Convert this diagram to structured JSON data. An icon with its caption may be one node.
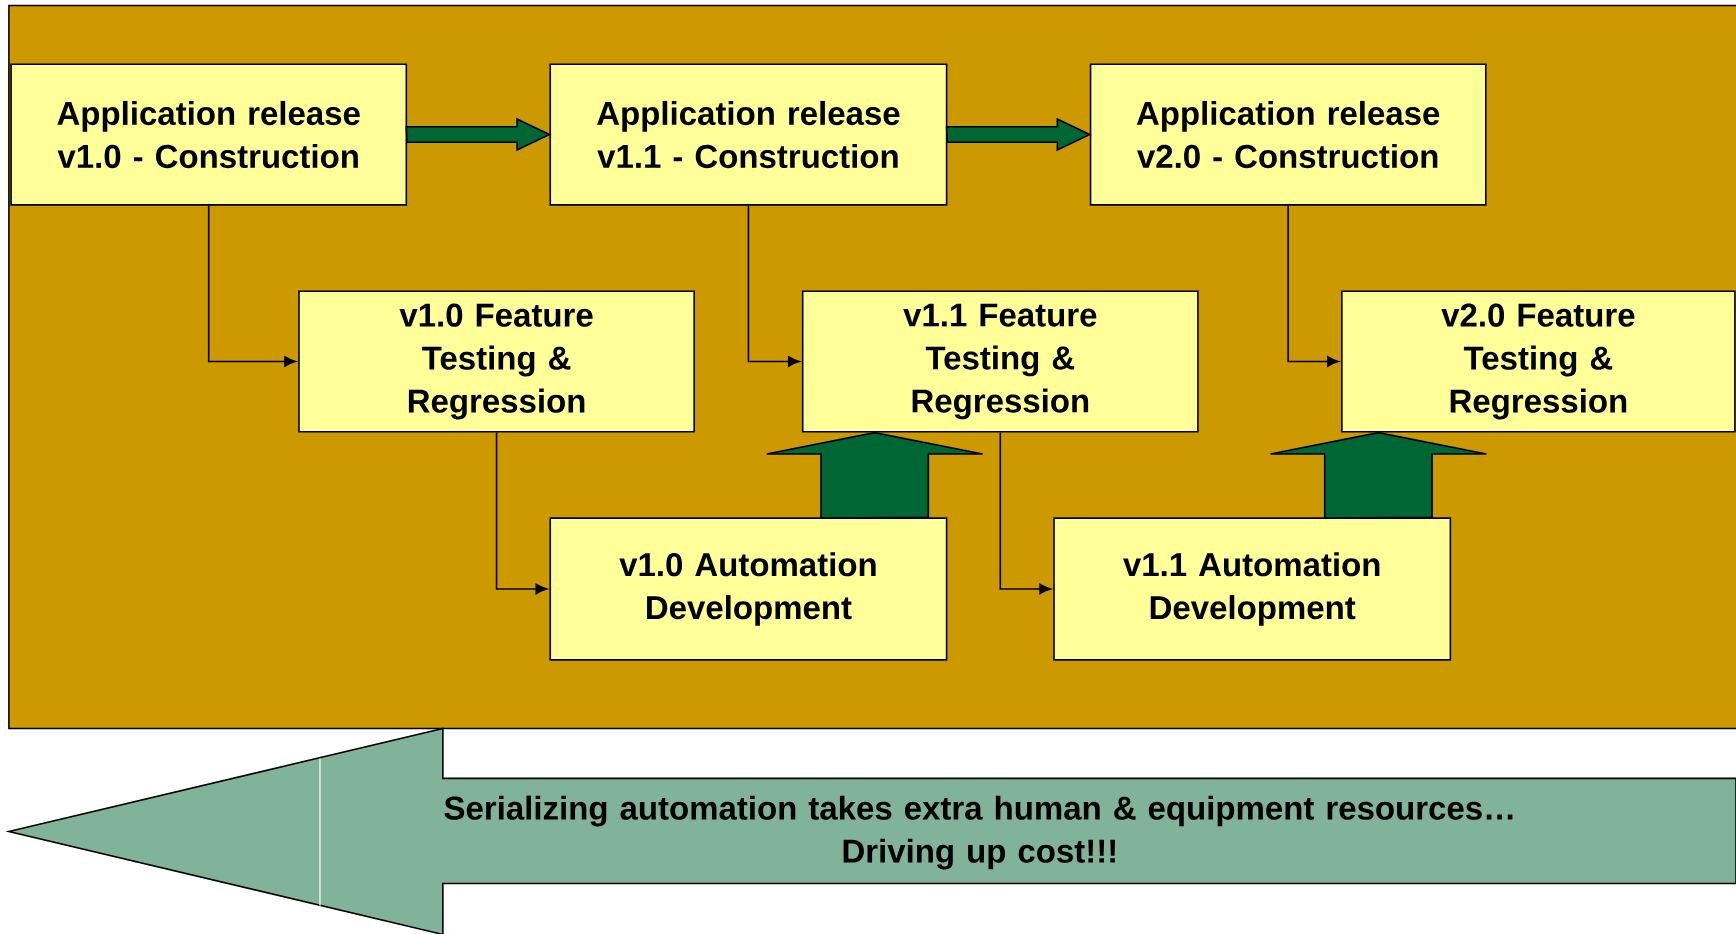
{
  "diagram": {
    "nodes": [
      {
        "text": [
          "Application release v1.0 - Construction"
        ]
      },
      {
        "text": [
          "Application release v1.1 - Construction"
        ]
      },
      {
        "text": [
          "Application release v2.0 - Construction"
        ]
      },
      {
        "text": [
          "v1.0 Feature Testing & Regression"
        ]
      },
      {
        "text": [
          "v1.1 Feature Testing & Regression"
        ]
      },
      {
        "text": [
          "v2.0 Feature Testing & Regression"
        ]
      },
      {
        "text": [
          "v1.0 Automation Development"
        ]
      },
      {
        "text": [
          "v1.1 Automation Development"
        ]
      },
      {
        "text": [
          "Serializing automation takes extra human & equipment resources…",
          "Driving up cost!!!"
        ]
      }
    ],
    "edges": [
      {
        "from": 0,
        "to": 1,
        "arrow": "to",
        "style": "thick",
        "color": "#006633"
      },
      {
        "from": 1,
        "to": 2,
        "arrow": "to",
        "style": "thick",
        "color": "#006633"
      },
      {
        "from": 0,
        "to": 3,
        "arrow": "to"
      },
      {
        "from": 1,
        "to": 4,
        "arrow": "to"
      },
      {
        "from": 2,
        "to": 5,
        "arrow": "to"
      },
      {
        "from": 3,
        "to": 6,
        "arrow": "to"
      },
      {
        "from": 4,
        "to": 7,
        "arrow": "to"
      },
      {
        "from": 6,
        "to": 4,
        "arrow": "to",
        "style": "thick",
        "color": "#006633"
      },
      {
        "from": 7,
        "to": 5,
        "arrow": "to",
        "style": "thick",
        "color": "#006633"
      }
    ]
  }
}
